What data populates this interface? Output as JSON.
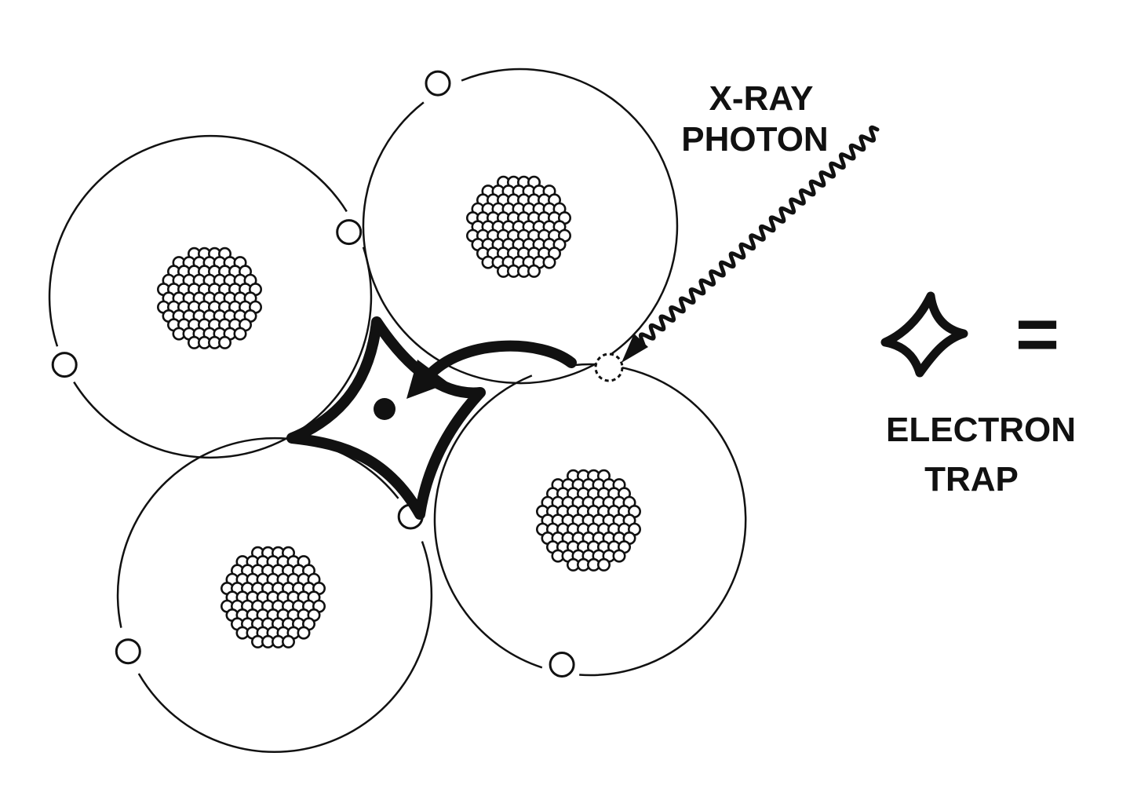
{
  "labels": {
    "photon_line1": "X-RAY",
    "photon_line2": "PHOTON",
    "legend_symbol": "=",
    "legend_line1": "ELECTRON",
    "legend_line2": "TRAP"
  },
  "colors": {
    "ink": "#111111",
    "paper": "#ffffff"
  },
  "atoms": [
    {
      "name": "atom-top-left"
    },
    {
      "name": "atom-top-right"
    },
    {
      "name": "atom-bottom-left"
    },
    {
      "name": "atom-bottom-right"
    }
  ]
}
